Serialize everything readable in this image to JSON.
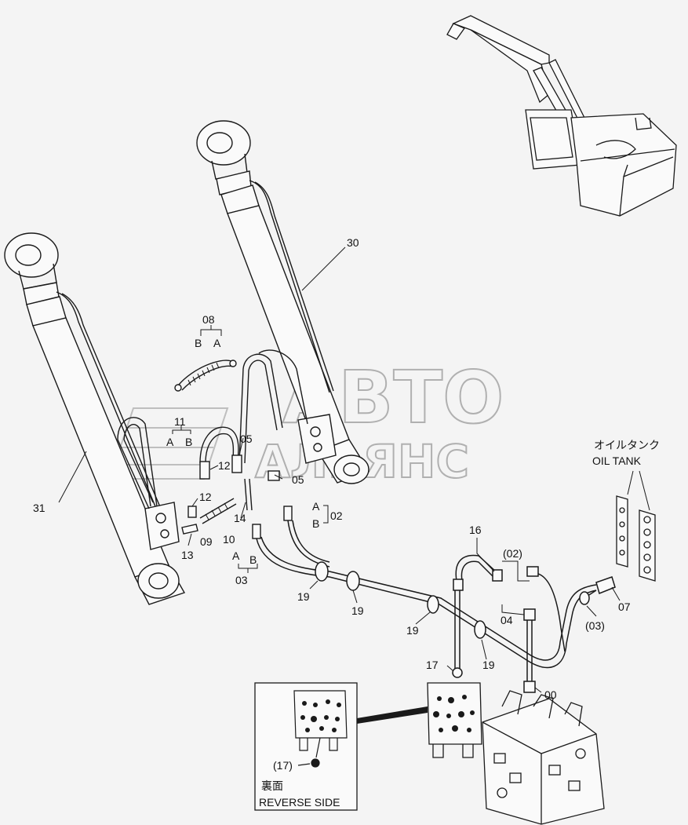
{
  "callouts": {
    "p00": "00",
    "p02": "02",
    "p02_ref": "(02)",
    "p03": "03",
    "p03_ref": "(03)",
    "p04": "04",
    "p05_a": "05",
    "p05_b": "05",
    "p07": "07",
    "p08": "08",
    "p09": "09",
    "p10": "10",
    "p11": "11",
    "p12_a": "12",
    "p12_b": "12",
    "p13": "13",
    "p14": "14",
    "p16": "16",
    "p17": "17",
    "p17_ref": "(17)",
    "p19_a": "19",
    "p19_b": "19",
    "p19_c": "19",
    "p19_d": "19",
    "p30": "30",
    "p31": "31"
  },
  "ports": {
    "a": "A",
    "b": "B"
  },
  "oil_tank": {
    "jp": "オイルタンク",
    "en": "OIL TANK"
  },
  "reverse_side": {
    "jp": "裏面",
    "en": "REVERSE SIDE"
  },
  "watermark": {
    "line1": "АВТО",
    "line2": "АЛЬЯНС"
  }
}
